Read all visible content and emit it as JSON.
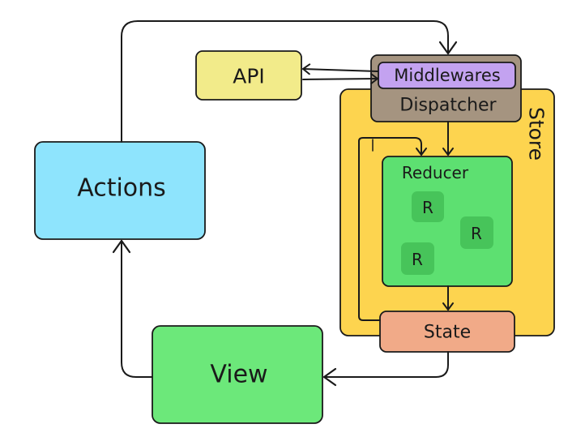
{
  "nodes": {
    "api": "API",
    "middlewares": "Middlewares",
    "dispatcher": "Dispatcher",
    "store": "Store",
    "reducer": "Reducer",
    "reducer_units": [
      "R",
      "R",
      "R"
    ],
    "state": "State",
    "actions": "Actions",
    "view": "View"
  },
  "colors": {
    "api": "#f2eb8a",
    "middlewares": "#c3a2f0",
    "dispatcher": "#a59480",
    "store": "#fdd44f",
    "reducer": "#5de071",
    "reducer_unit": "#47c45a",
    "state": "#f1aa88",
    "actions": "#8ee4fd",
    "view": "#6ce87a",
    "stroke": "#1a1a1a"
  }
}
